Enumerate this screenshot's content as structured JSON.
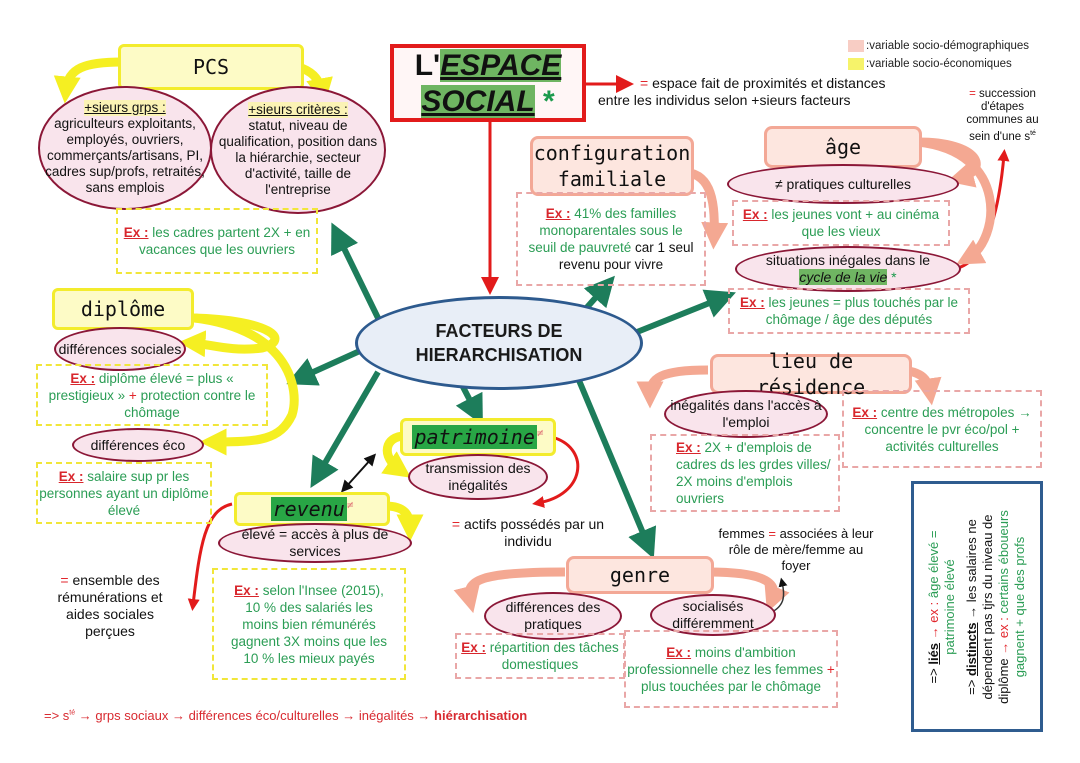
{
  "title": {
    "prefix": "L'",
    "line1": "ESPACE",
    "line2": "SOCIAL",
    "star": "*",
    "definition_eq": "=",
    "definition": "espace fait de proximités et distances entre les individus selon +sieurs facteurs"
  },
  "legend": {
    "items": [
      {
        "label": ":variable socio-démographiques",
        "color": "#f8cdc4"
      },
      {
        "label": ":variable socio-économiques",
        "color": "#f6f36a"
      }
    ]
  },
  "center": {
    "line1": "FACTEURS DE",
    "line2": "HIERARCHISATION"
  },
  "pcs": {
    "label": "PCS",
    "groups": {
      "heading": "+sieurs grps :",
      "text": "agriculteurs exploitants, employés, ouvriers, commerçants/artisans, PI, cadres sup/profs, retraités, sans emplois"
    },
    "criteria": {
      "heading": "+sieurs critères :",
      "text": "statut, niveau de qualification, position dans la hiérarchie, secteur d'activité, taille de l'entreprise"
    },
    "example": {
      "label": "Ex :",
      "text": "les cadres partent 2X + en vacances que les ouvriers"
    }
  },
  "config_familiale": {
    "label_line1": "configuration",
    "label_line2": "familiale",
    "example": {
      "label": "Ex :",
      "text_green": "41%  des familles monoparentales sous le seuil de pauvreté",
      "text_black": "car 1 seul revenu pour vivre"
    }
  },
  "age": {
    "label": "âge",
    "note": {
      "eq": "=",
      "text": "succession d'étapes communes au sein d'une s",
      "sup": "té"
    },
    "ellipse1": "≠ pratiques culturelles",
    "example1": {
      "label": "Ex :",
      "text": "les jeunes vont + au cinéma que les vieux"
    },
    "ellipse2_text": "situations inégales dans le",
    "ellipse2_highlight": "cycle de la vie",
    "ellipse2_star": "*",
    "example2": {
      "label": "Ex :",
      "text": "les jeunes = plus touchés par le chômage / âge des députés"
    }
  },
  "diplome": {
    "label": "diplôme",
    "ellipse1": "différences sociales",
    "example1": {
      "label": "Ex :",
      "text_a": "diplôme élevé = plus « prestigieux »",
      "plus": "+",
      "text_b": "protection contre le chômage"
    },
    "ellipse2": "différences éco",
    "example2": {
      "label": "Ex :",
      "text": "salaire sup pr les personnes ayant un diplôme élevé"
    }
  },
  "patrimoine": {
    "label": "patrimoine",
    "neq": "≠",
    "ellipse": "transmission des inégalités",
    "definition_eq": "=",
    "definition": "actifs possédés par un individu"
  },
  "revenu": {
    "label": "revenu",
    "neq": "≠",
    "ellipse": "élevé = accès à plus de services",
    "definition_eq": "=",
    "definition": "ensemble des rémunérations et aides sociales perçues",
    "example": {
      "label": "Ex :",
      "text": "selon l'Insee (2015), 10 % des salariés les moins bien rémunérés gagnent 3X moins que les 10 % les mieux payés"
    }
  },
  "lieu": {
    "label": "lieu de résidence",
    "ellipse": "inégalités dans l'accès à l'emploi",
    "example1": {
      "label": "Ex :",
      "text": "2X + d'emplois de cadres ds les grdes villes/ 2X moins d'emplois ouvriers"
    },
    "example2": {
      "label": "Ex :",
      "text": "centre des métropoles → concentre le pvr éco/pol + activités culturelles"
    }
  },
  "genre": {
    "label": "genre",
    "ellipse1": "différences des pratiques",
    "ellipse2": "socialisés différemment",
    "note_a": "femmes",
    "note_eq": "=",
    "note_b": "associées à leur rôle de mère/femme au foyer",
    "example1": {
      "label": "Ex :",
      "text": "répartition des tâches domestiques"
    },
    "example2": {
      "label": "Ex :",
      "text_a": "moins d'ambition professionnelle chez les femmes",
      "plus": "+",
      "text_b": "plus touchées par le chômage"
    }
  },
  "side_note": {
    "l1_prefix": "=>",
    "l1_key": "liés",
    "l1_arrow": "→ ex :",
    "l1_text": "âge élevé = patrimoine élevé",
    "l2_prefix": "=>",
    "l2_key": "distincts",
    "l2_text": "→ les salaires ne dépendent pas tjrs du niveau de diplôme",
    "l2_ex": "→ ex :",
    "l2_example": "certains éboueurs gagnent + que des profs"
  },
  "footer": {
    "prefix": "=> s",
    "sup": "té",
    "chain": "→ grps sociaux → différences éco/culturelles → inégalités →",
    "final": "hiérarchisation"
  }
}
